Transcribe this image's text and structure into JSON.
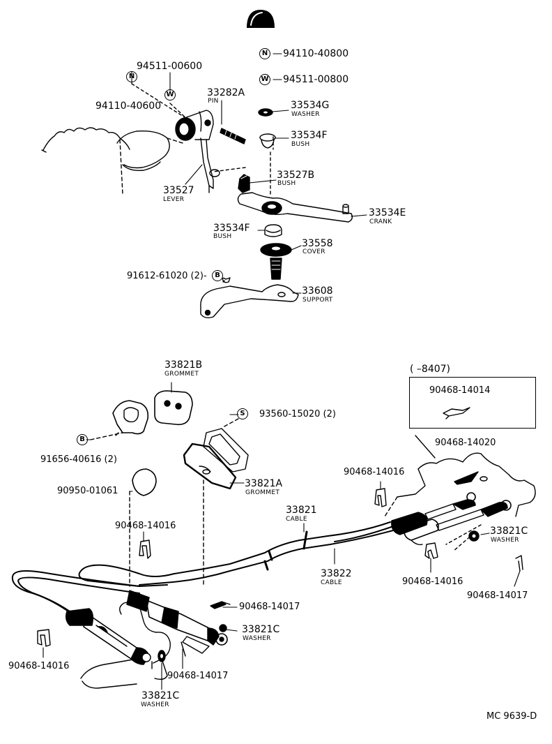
{
  "diagram": {
    "top_group": {
      "n_94110_40800": "94110-40800",
      "w_94511_00800": "94511-00800",
      "part_94511_00600": "94511-00600",
      "part_94110_40600": "94110-40600",
      "pin_no": "33282A",
      "pin_desc": "PIN",
      "washer_no": "33534G",
      "washer_desc": "WASHER",
      "bush_f_top_no": "33534F",
      "bush_f_top_desc": "BUSH",
      "bush_b_no": "33527B",
      "bush_b_desc": "BUSH",
      "lever_no": "33527",
      "lever_desc": "LEVER",
      "crank_no": "33534E",
      "crank_desc": "CRANK",
      "bush_f_bot_no": "33534F",
      "bush_f_bot_desc": "BUSH",
      "cover_no": "33558",
      "cover_desc": "COVER",
      "bolt_no": "91612-61020 (2)-",
      "support_no": "33608",
      "support_desc": "SUPPORT",
      "n_mark": "N",
      "w_mark": "W",
      "b_mark": "B",
      "s_mark": "S"
    },
    "bottom_group": {
      "grommet_top_no": "33821B",
      "grommet_top_desc": "GROMMET",
      "bolt_b_no": "91656-40616 (2)",
      "screw_s_no": "93560-15020 (2)",
      "plug_no": "90950-01061",
      "grommet_a_no": "33821A",
      "grommet_a_desc": "GROMMET",
      "clip_left_no": "90468-14016",
      "cable_1_no": "33821",
      "cable_1_desc": "CABLE",
      "cable_2_no": "33822",
      "cable_2_desc": "CABLE",
      "clip_mid_no": "90468-14016",
      "inset_range": "(      –8407)",
      "inset_part_no": "90468-14014",
      "clip_top_right_no": "90468-14020",
      "washer_right_no": "33821C",
      "washer_right_desc": "WASHER",
      "clip_right_no": "90468-14016",
      "pin_right_no": "90468-14017",
      "pin_mid_no": "90468-14017",
      "washer_mid_no": "33821C",
      "washer_mid_desc": "WASHER",
      "clip_far_left_no": "90468-14016",
      "pin_bottom_no": "90468-14017",
      "washer_bottom_no": "33821C",
      "washer_bottom_desc": "WASHER"
    },
    "figure_code": "MC 9639-D"
  }
}
